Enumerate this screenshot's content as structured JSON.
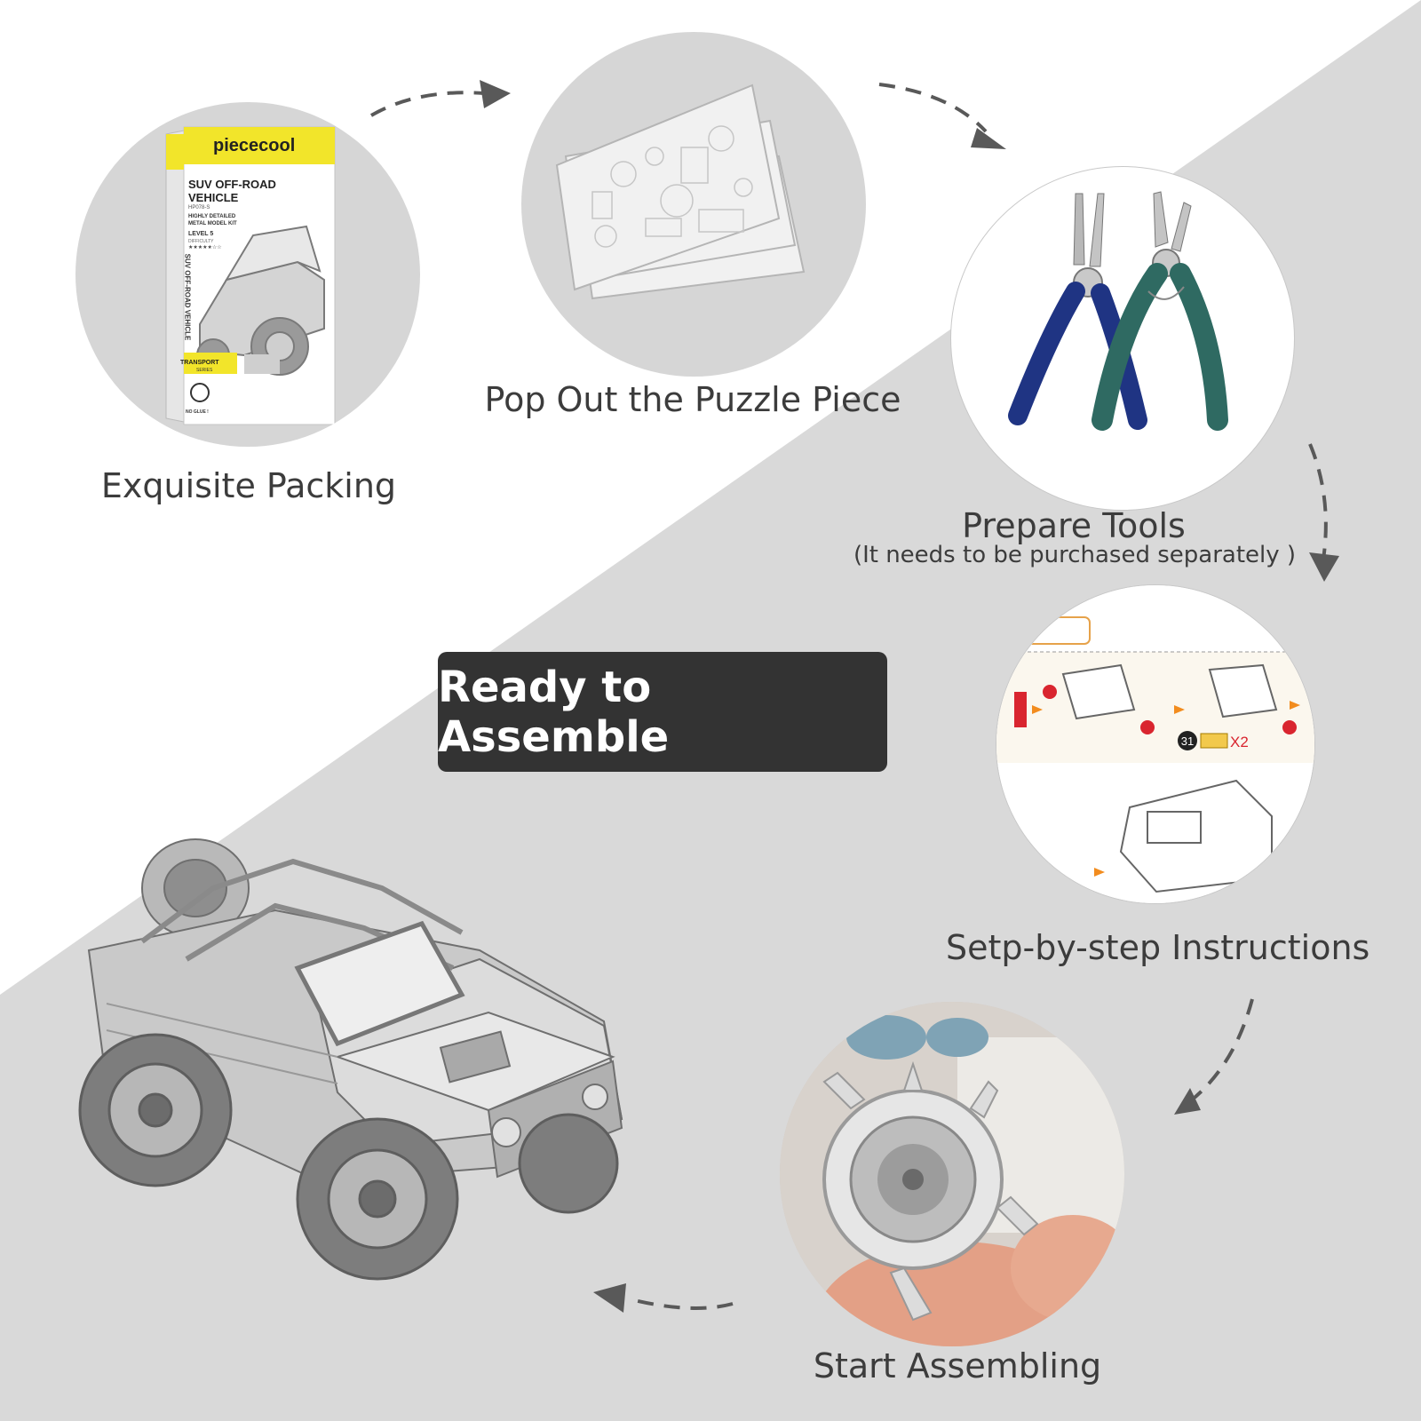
{
  "banner": {
    "title": "Ready to Assemble"
  },
  "steps": [
    {
      "label": "Exquisite Packing"
    },
    {
      "label": "Pop Out the Puzzle Piece"
    },
    {
      "label": "Prepare Tools",
      "note": "(It needs to be purchased separately  )"
    },
    {
      "label": "Setp-by-step Instructions"
    },
    {
      "label": "Start Assembling"
    }
  ],
  "package": {
    "brand": "piececool",
    "title_line1": "SUV OFF-ROAD",
    "title_line2": "VEHICLE",
    "model_code": "HP078-S",
    "desc_line1": "HIGHLY DETAILED",
    "desc_line2": "METAL MODEL KIT",
    "level": "LEVEL 5",
    "difficulty": "DIFFICULTY",
    "stars": "★★★★★☆☆",
    "series": "TRANSPORT",
    "series_sub": "SERIES",
    "no_glue": "NO GLUE !",
    "spine": "SUV OFF-ROAD VEHICLE"
  },
  "instructions": {
    "step_number": "31",
    "multiplier": "X2"
  },
  "colors": {
    "background_gray": "#d9d9d9",
    "circle_gray": "#d6d6d6",
    "banner_bg": "#333333",
    "package_yellow": "#f2e52a",
    "plier_blue": "#1f3483",
    "plier_green": "#2f6a62",
    "arrow": "#595959"
  }
}
